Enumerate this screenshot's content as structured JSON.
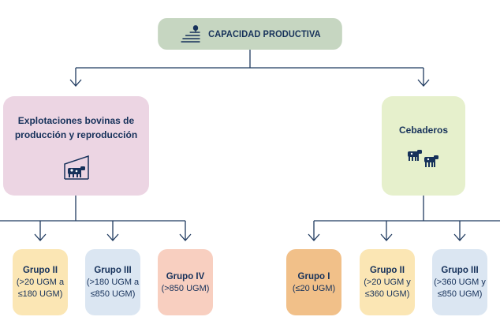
{
  "header": {
    "title": "CAPACIDAD PRODUCTIVA",
    "icon": "farm-field-icon"
  },
  "categories": [
    {
      "id": "bovinas",
      "label_line1": "Explotaciones bovinas de",
      "label_line2": "producción y reproducción",
      "icon": "cattle-barn-icon",
      "color": "#ecd5e3"
    },
    {
      "id": "cebaderos",
      "label": "Cebaderos",
      "icon": "calves-icon",
      "color": "#e6f0cc"
    }
  ],
  "groups": [
    {
      "category": "bovinas",
      "name": "Grupo II",
      "desc_line1": "(>20 UGM a",
      "desc_line2": "≤180 UGM)",
      "color": "#fbe6b4"
    },
    {
      "category": "bovinas",
      "name": "Grupo III",
      "desc_line1": "(>180 UGM a",
      "desc_line2": "≤850 UGM)",
      "color": "#dbe6f2"
    },
    {
      "category": "bovinas",
      "name": "Grupo IV",
      "desc_line1": "(>850 UGM)",
      "desc_line2": "",
      "color": "#f8cfc0"
    },
    {
      "category": "cebaderos",
      "name": "Grupo I",
      "desc_line1": "(≤20 UGM)",
      "desc_line2": "",
      "color": "#f1c089"
    },
    {
      "category": "cebaderos",
      "name": "Grupo II",
      "desc_line1": "(>20 UGM y",
      "desc_line2": "≤360 UGM)",
      "color": "#fbe6b4"
    },
    {
      "category": "cebaderos",
      "name": "Grupo III",
      "desc_line1": "(>360 UGM y",
      "desc_line2": "≤850 UGM)",
      "color": "#dbe6f2"
    }
  ],
  "colors": {
    "connector": "#1f3a5f",
    "title_bg": "#c6d6c1",
    "text": "#16315a"
  }
}
